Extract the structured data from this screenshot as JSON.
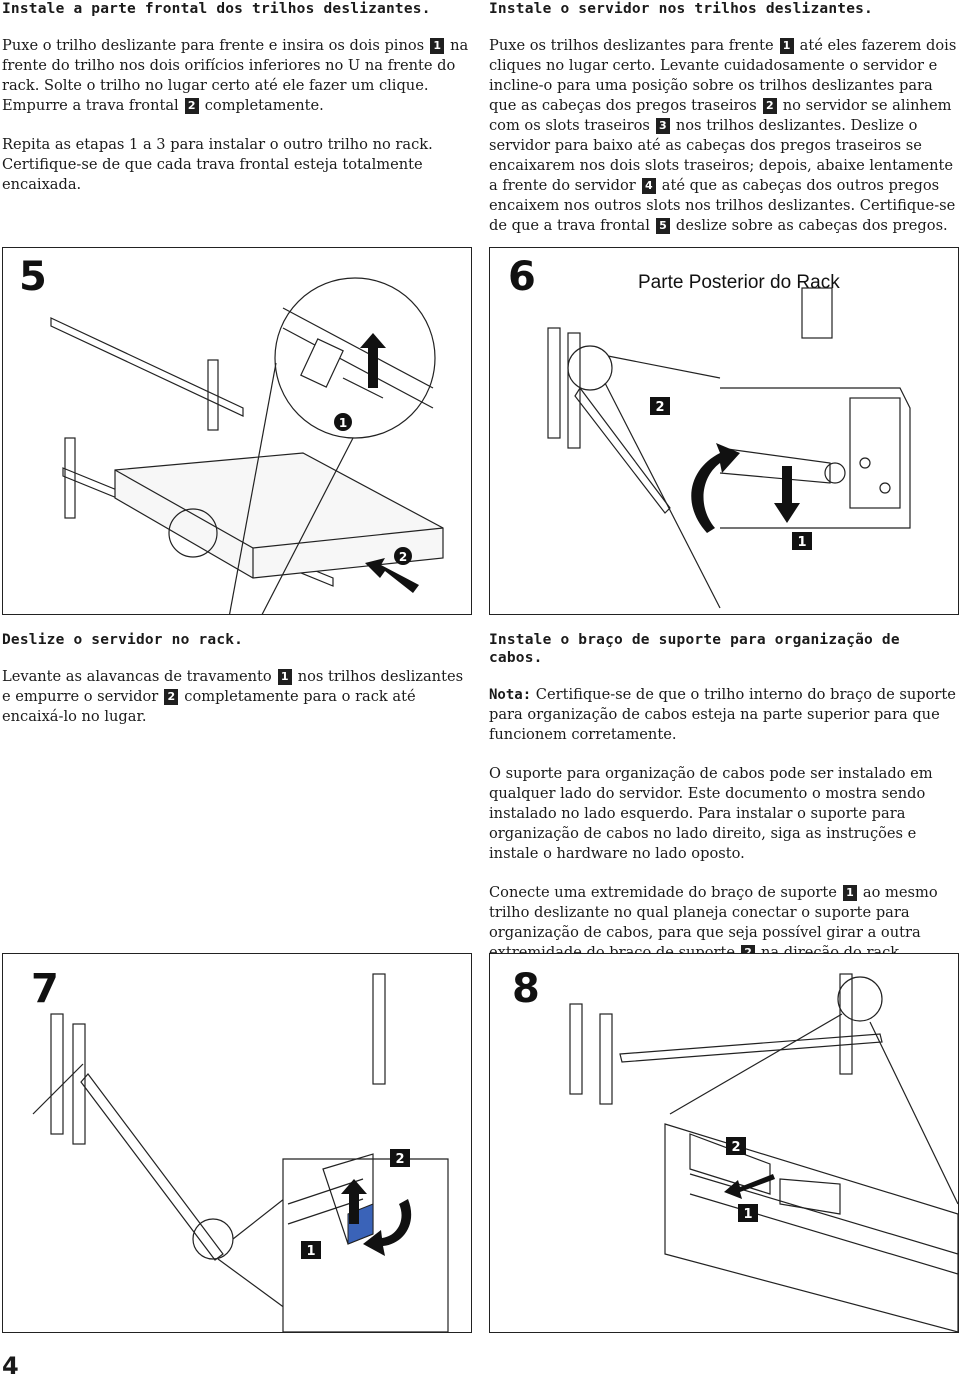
{
  "section1": {
    "heading": "Instale a parte frontal dos trilhos deslizantes.",
    "p1_a": "Puxe o trilho deslizante para frente e insira os dois pinos",
    "p1_b": "na frente do trilho nos dois orifícios inferiores no U na frente do rack. Solte o trilho no lugar certo até ele fazer um clique. Empurre a trava frontal",
    "p1_c": "completamente.",
    "p2": "Repita as etapas 1 a 3 para instalar o outro trilho no rack. Certifique-se de que cada trava frontal esteja totalmente encaixada."
  },
  "section2": {
    "heading": "Instale o servidor nos trilhos deslizantes.",
    "p_a": "Puxe os trilhos deslizantes para frente",
    "p_b": "até eles fazerem dois cliques no lugar certo. Levante cuidadosamente o servidor e incline-o para uma posição sobre os trilhos deslizantes para que as cabeças dos pregos traseiros",
    "p_c": "no servidor se alinhem com os slots traseiros",
    "p_d": "nos trilhos deslizantes. Deslize o servidor para baixo até as cabeças dos pregos traseiros se encaixarem nos dois slots traseiros; depois, abaixe lentamente a frente do servidor",
    "p_e": "até que as cabeças dos outros pregos encaixem nos outros slots nos trilhos deslizantes. Certifique-se de que a trava frontal",
    "p_f": "deslize sobre as cabeças dos pregos."
  },
  "section3": {
    "heading": "Deslize o servidor no rack.",
    "p_a": "Levante as alavancas de travamento",
    "p_b": "nos trilhos deslizantes e empurre o servidor",
    "p_c": "completamente para o rack até encaixá-lo no lugar."
  },
  "section4": {
    "heading": "Instale o braço de suporte para organização de cabos.",
    "note_label": "Nota:",
    "note_text": "Certifique-se de que o trilho interno do braço de suporte para organização de cabos esteja na parte superior para que funcionem corretamente.",
    "p2": "O suporte para organização de cabos pode ser instalado em qualquer lado do servidor. Este documento o mostra sendo instalado no lado esquerdo. Para instalar o suporte para organização de cabos no lado direito, siga as instruções e instale o hardware no lado oposto.",
    "p3_a": "Conecte uma extremidade do braço de suporte",
    "p3_b": "ao mesmo trilho deslizante no qual planeja conectar o suporte para organização de cabos, para que seja possível girar a outra extremidade do braço de suporte",
    "p3_c": "na direção do rack."
  },
  "badges": {
    "b1": "1",
    "b2": "2",
    "b3": "3",
    "b4": "4",
    "b5": "5"
  },
  "figures": {
    "fig5": {
      "number": "5",
      "callout1": "1",
      "callout2": "2"
    },
    "fig6": {
      "number": "6",
      "title": "Parte Posterior do Rack",
      "callout1": "1",
      "callout2": "2"
    },
    "fig7": {
      "number": "7",
      "callout1": "1",
      "callout2": "2"
    },
    "fig8": {
      "number": "8",
      "callout1": "1",
      "callout2": "2"
    }
  },
  "page_number": "4",
  "colors": {
    "accent_blue": "#3a63b8"
  }
}
